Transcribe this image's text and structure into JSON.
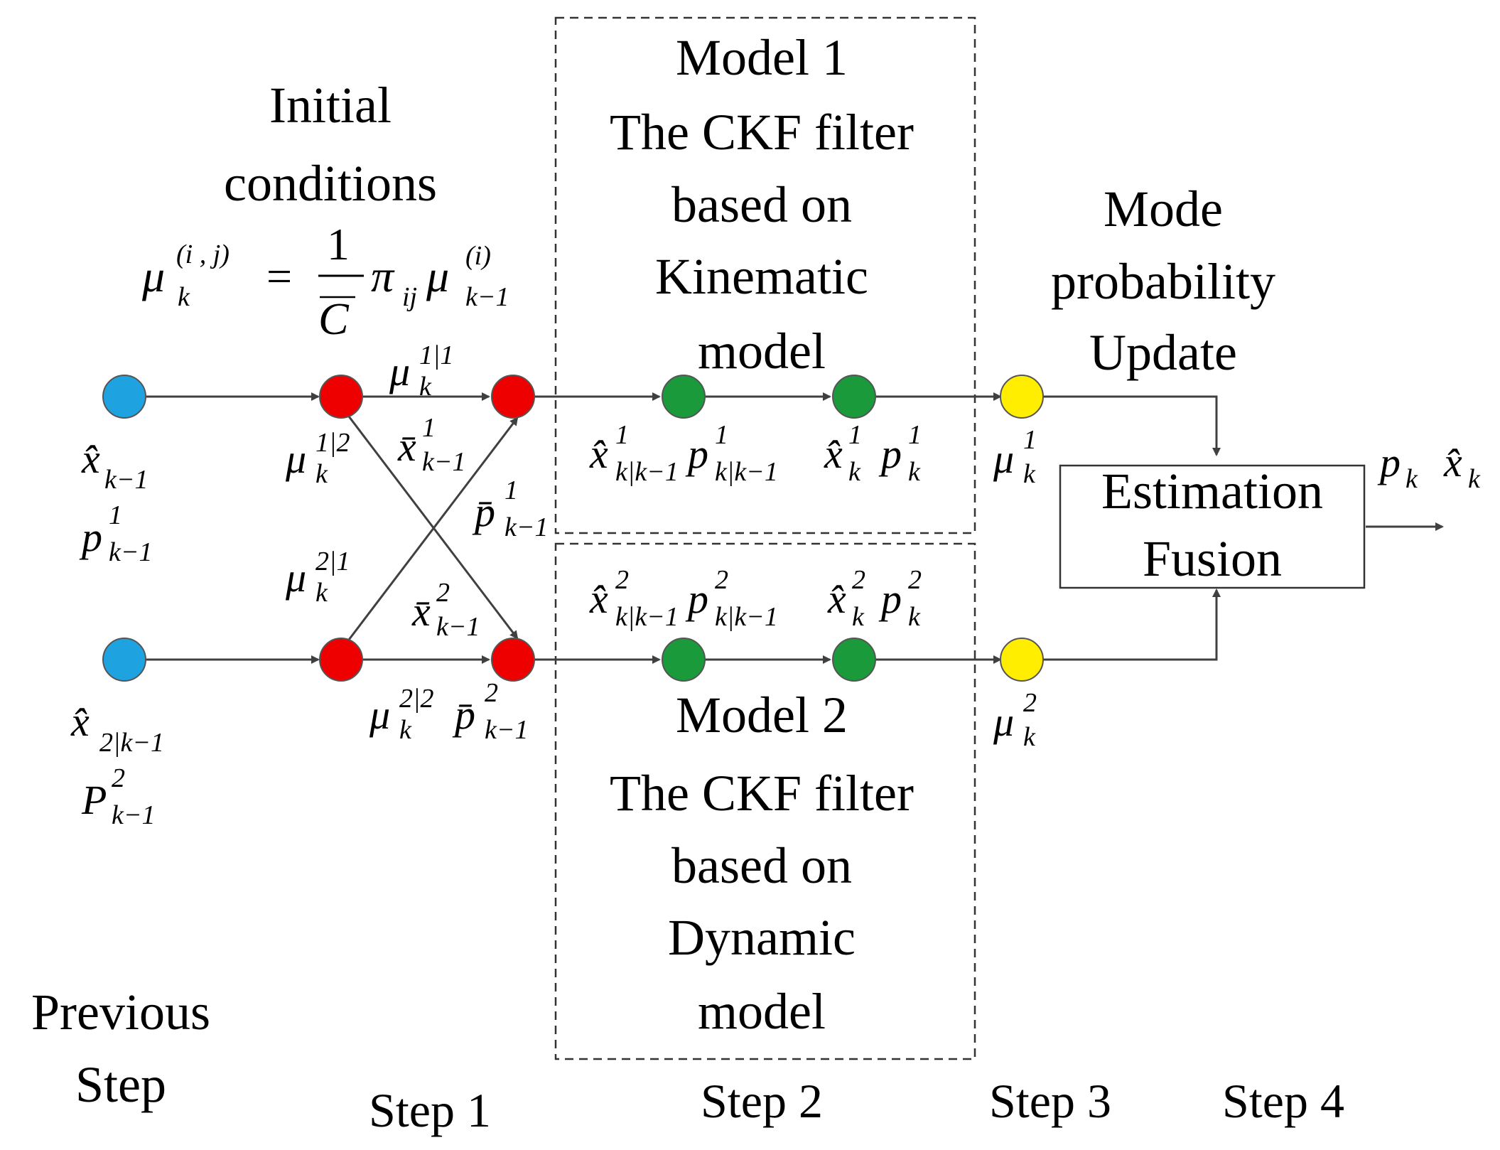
{
  "colors": {
    "blue": "#1fa2e0",
    "red": "#ee0000",
    "green": "#1a9a3a",
    "yellow": "#ffee00",
    "line": "#404040"
  },
  "texts": {
    "initial_line1": "Initial",
    "initial_line2": "conditions",
    "formula_lhs": "μ",
    "formula_lhs_sup": "(i , j)",
    "formula_lhs_sub": "k",
    "formula_eq": "=",
    "formula_num": "1",
    "formula_den": "C",
    "formula_pi": "π",
    "formula_pi_sub": "ij",
    "formula_mu": "μ",
    "formula_mu_sup": "(i)",
    "formula_mu_sub": "k−1",
    "model1": [
      "Model 1",
      "The CKF filter",
      "based on",
      "Kinematic",
      "model"
    ],
    "model2": [
      "Model 2",
      "The CKF filter",
      "based on",
      "Dynamic",
      "model"
    ],
    "mode_prob": [
      "Mode",
      "probability",
      "Update"
    ],
    "fusion": [
      "Estimation",
      "Fusion"
    ],
    "previous_step": [
      "Previous",
      "Step"
    ],
    "steps": [
      "Step 1",
      "Step 2",
      "Step 3",
      "Step 4"
    ]
  },
  "labels": {
    "x_prev1": {
      "base": "x̂",
      "sub": "k−1"
    },
    "p_prev1": {
      "base": "p",
      "sup": "1",
      "sub": "k−1"
    },
    "x_prev2": {
      "base": "x̂",
      "sub": "2|k−1"
    },
    "p_prev2": {
      "base": "P",
      "sup": "2",
      "sub": "k−1"
    },
    "mu11": {
      "base": "μ",
      "sup": "1|1",
      "sub": "k"
    },
    "mu12": {
      "base": "μ",
      "sup": "1|2",
      "sub": "k"
    },
    "mu21": {
      "base": "μ",
      "sup": "2|1",
      "sub": "k"
    },
    "mu22": {
      "base": "μ",
      "sup": "2|2",
      "sub": "k"
    },
    "xbar1": {
      "base": "x̄",
      "sup": "1",
      "sub": "k−1"
    },
    "pbar1": {
      "base": "p̄",
      "sup": "1",
      "sub": "k−1"
    },
    "xbar2": {
      "base": "x̄",
      "sup": "2",
      "sub": "k−1"
    },
    "pbar2": {
      "base": "p̄",
      "sup": "2",
      "sub": "k−1"
    },
    "xpred1": {
      "base": "x̂",
      "sup": "1",
      "sub": "k|k−1"
    },
    "ppred1": {
      "base": "p",
      "sup": "1",
      "sub": "k|k−1"
    },
    "xupd1": {
      "base": "x̂",
      "sup": "1",
      "sub": "k"
    },
    "pupd1": {
      "base": "p",
      "sup": "1",
      "sub": "k"
    },
    "xpred2": {
      "base": "x̂",
      "sup": "2",
      "sub": "k|k−1"
    },
    "ppred2": {
      "base": "p",
      "sup": "2",
      "sub": "k|k−1"
    },
    "xupd2": {
      "base": "x̂",
      "sup": "2",
      "sub": "k"
    },
    "pupd2": {
      "base": "p",
      "sup": "2",
      "sub": "k"
    },
    "mu_k1": {
      "base": "μ",
      "sup": "1",
      "sub": "k"
    },
    "mu_k2": {
      "base": "μ",
      "sup": "2",
      "sub": "k"
    },
    "out_p": {
      "base": "p",
      "sub": "k"
    },
    "out_x": {
      "base": "x̂",
      "sub": "k"
    }
  }
}
